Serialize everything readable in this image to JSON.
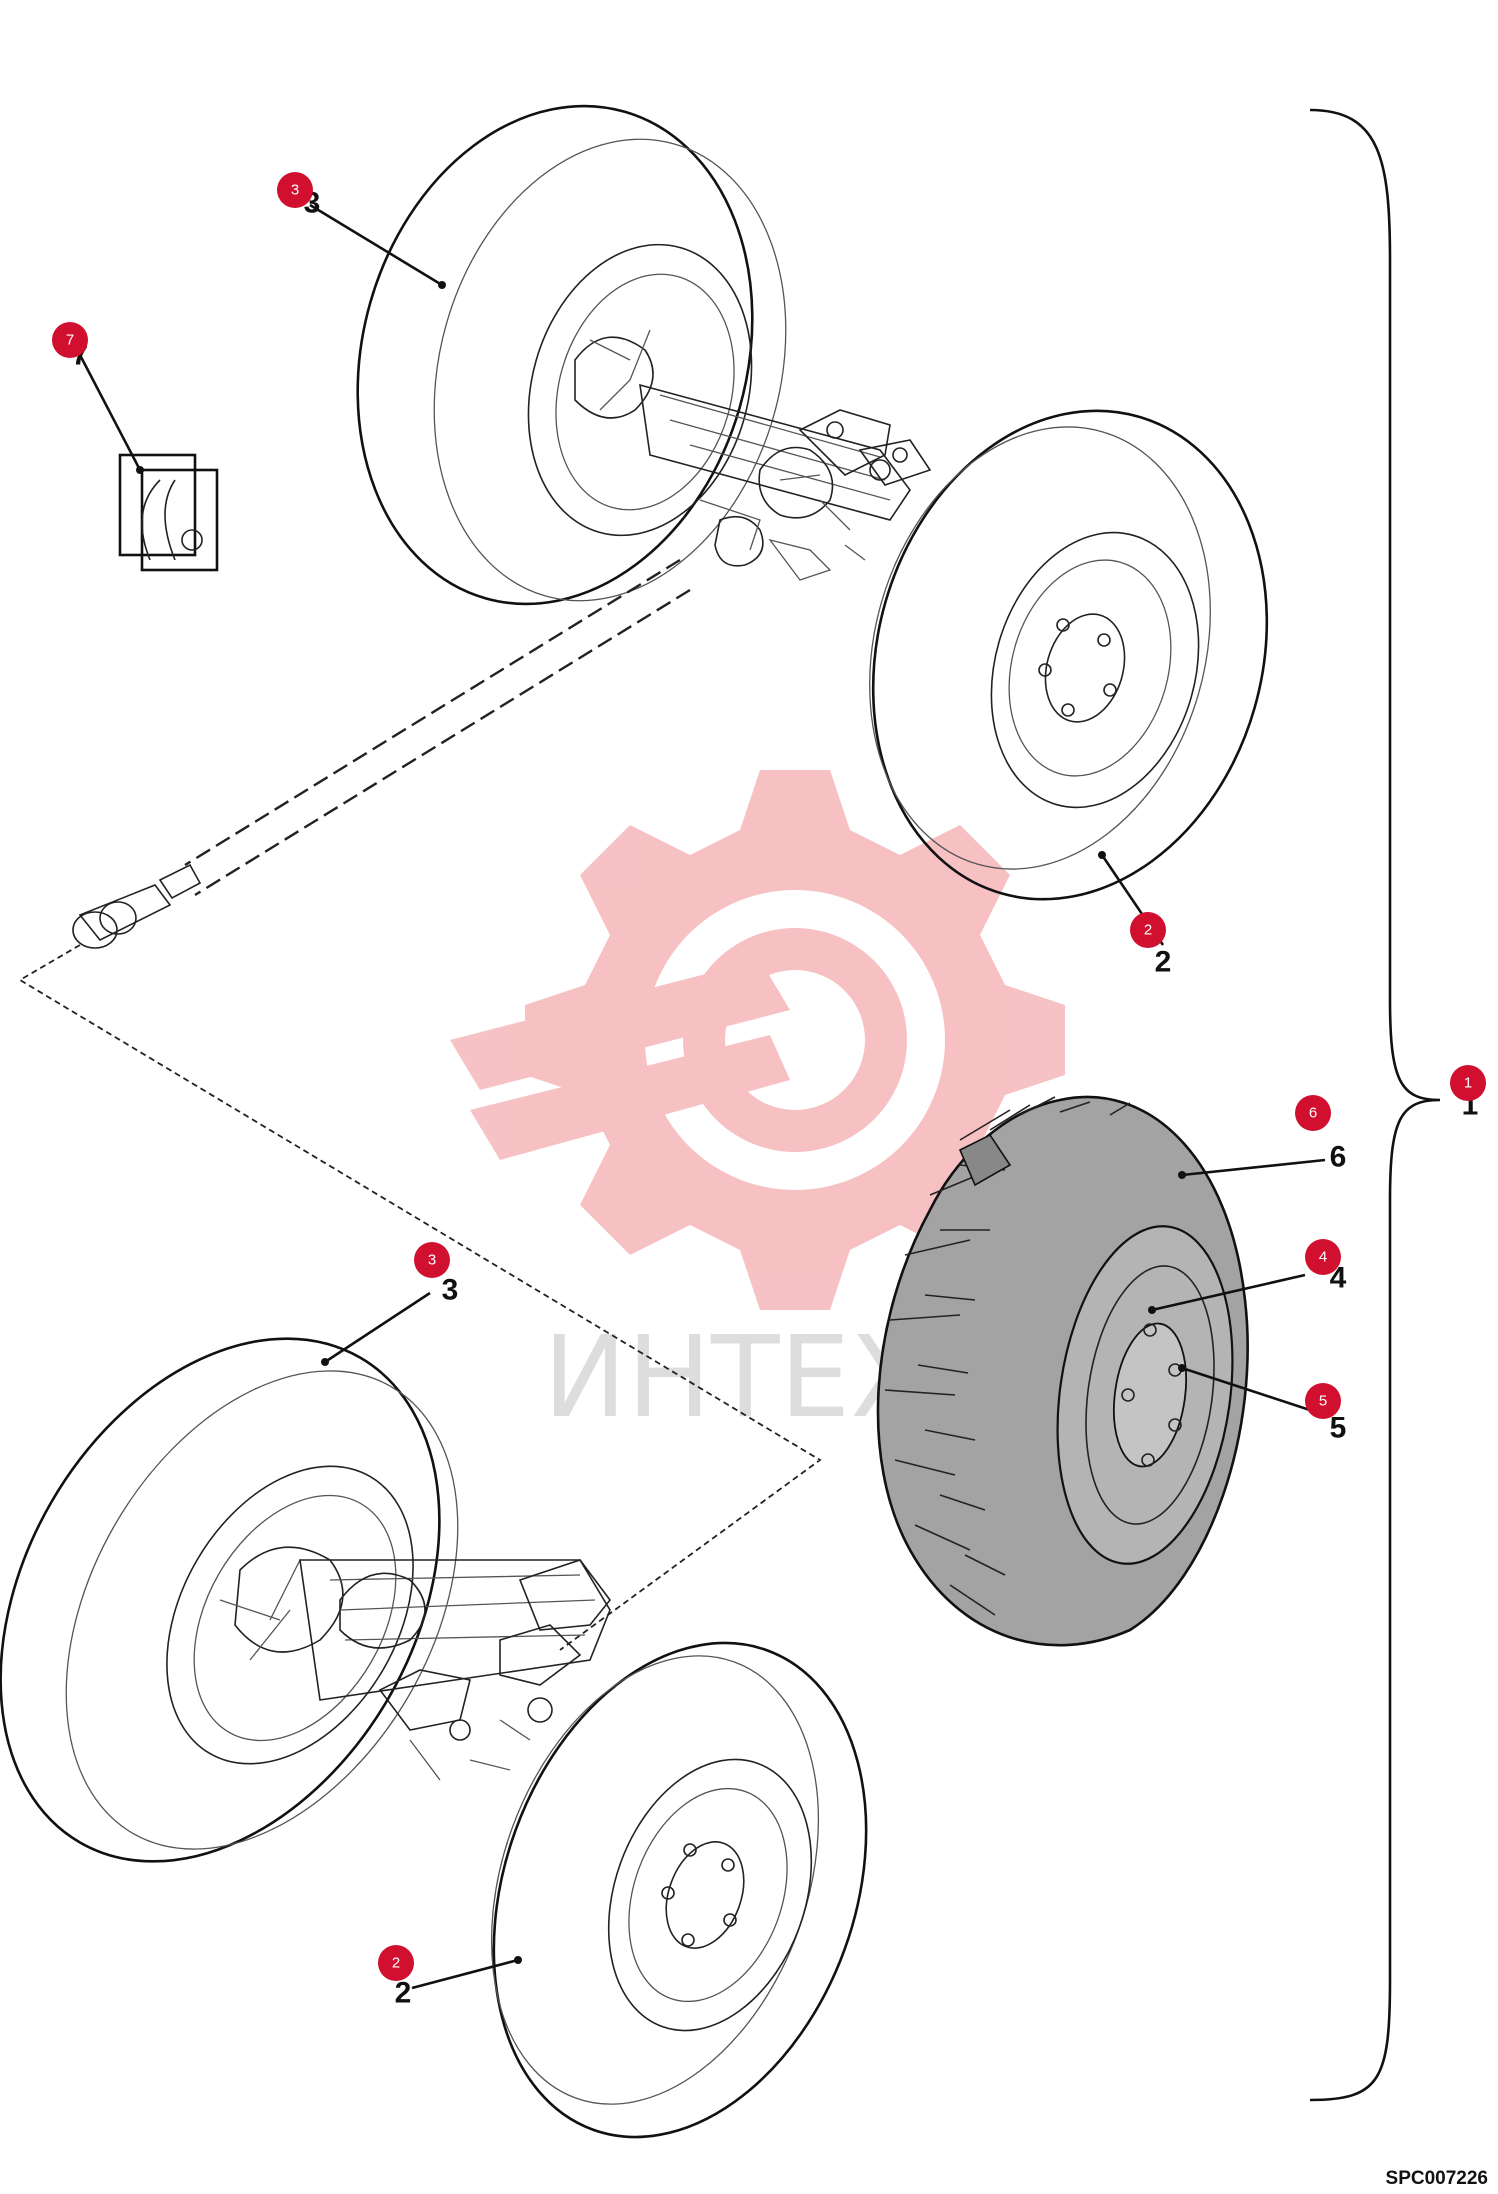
{
  "callouts": [
    {
      "id": "callout-1",
      "number": "1"
    },
    {
      "id": "callout-2-upper",
      "number": "2"
    },
    {
      "id": "callout-2-lower",
      "number": "2"
    },
    {
      "id": "callout-3-upper",
      "number": "3"
    },
    {
      "id": "callout-3-lower",
      "number": "3"
    },
    {
      "id": "callout-4",
      "number": "4"
    },
    {
      "id": "callout-5",
      "number": "5"
    },
    {
      "id": "callout-6",
      "number": "6"
    },
    {
      "id": "callout-7",
      "number": "7"
    }
  ],
  "watermark": {
    "text": "ИНТЕХ",
    "color": "#e8474f"
  },
  "figure_code": "SPC007226",
  "colors": {
    "marker": "#d0102e",
    "line": "#111111",
    "tire_fill": "#a3a3a3"
  }
}
